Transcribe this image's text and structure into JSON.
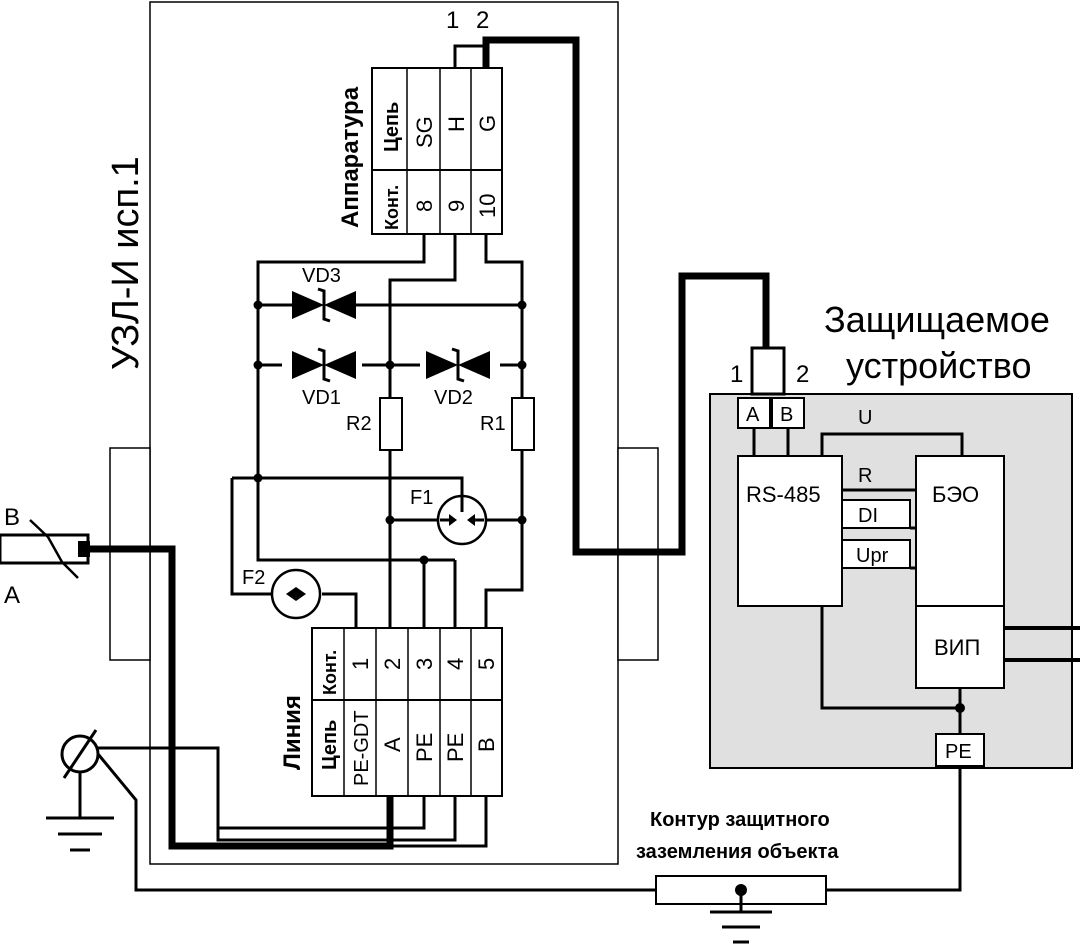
{
  "device_title": "УЗЛ-И исп.1",
  "protected_device": {
    "line1": "Защищаемое",
    "line2": "устройство"
  },
  "apparatus": {
    "title": "Аппаратура",
    "header_circuit": "Цепь",
    "header_contact": "Конт.",
    "circuits": [
      "SG",
      "H",
      "G"
    ],
    "contacts": [
      "8",
      "9",
      "10"
    ],
    "terminal_numbers": [
      "1",
      "2"
    ]
  },
  "line_block": {
    "title": "Линия",
    "header_contact": "Конт.",
    "header_circuit": "Цепь",
    "contacts": [
      "1",
      "2",
      "3",
      "4",
      "5"
    ],
    "circuits": [
      "PE-GDT",
      "A",
      "PE",
      "PE",
      "B"
    ]
  },
  "components": {
    "vd3": "VD3",
    "vd1": "VD1",
    "vd2": "VD2",
    "r1": "R1",
    "r2": "R2",
    "f1": "F1",
    "f2": "F2"
  },
  "cable": {
    "b": "B",
    "a": "A"
  },
  "protected": {
    "terminal_numbers": [
      "1",
      "2"
    ],
    "terminal_a": "A",
    "terminal_b": "B",
    "rs485": "RS-485",
    "beo": "БЭО",
    "vip": "ВИП",
    "pe": "PE",
    "signals": {
      "u": "U",
      "r": "R",
      "di": "DI",
      "upr": "Upr"
    }
  },
  "ground": {
    "line1": "Контур защитного",
    "line2": "заземления объекта"
  }
}
